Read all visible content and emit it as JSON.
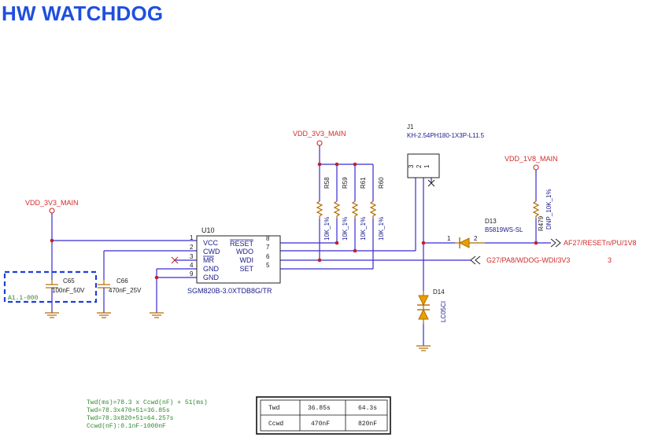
{
  "title": "HW WATCHDOG",
  "power": {
    "vdd_left": "VDD_3V3_MAIN",
    "vdd_top": "VDD_3V3_MAIN",
    "vdd_1v8": "VDD_1V8_MAIN"
  },
  "u10": {
    "ref": "U10",
    "part": "SGM820B-3.0XTDB8G/TR",
    "left_pins": [
      {
        "num": "1",
        "name": "VCC"
      },
      {
        "num": "2",
        "name": "CWD"
      },
      {
        "num": "3",
        "name": "MR"
      },
      {
        "num": "4",
        "name": "GND"
      },
      {
        "num": "9",
        "name": "GND"
      }
    ],
    "right_pins": [
      {
        "num": "8",
        "name": "RESET"
      },
      {
        "num": "7",
        "name": "WDO"
      },
      {
        "num": "6",
        "name": "WDI"
      },
      {
        "num": "5",
        "name": "SET"
      }
    ]
  },
  "caps": {
    "c65_ref": "C65",
    "c65_val": "100nF_50V",
    "c66_ref": "C66",
    "c66_val": "470nF_25V",
    "group_label": "A1.1-000"
  },
  "resistors": [
    {
      "ref": "R58",
      "val": "10K_1%"
    },
    {
      "ref": "R59",
      "val": "10K_1%"
    },
    {
      "ref": "R61",
      "val": "10K_1%"
    },
    {
      "ref": "R60",
      "val": "10K_1%"
    }
  ],
  "r479": {
    "ref": "R479",
    "val": "DNP_10K_1%"
  },
  "j1": {
    "ref": "J1",
    "part": "KH-2.54PH180-1X3P-L11.5",
    "pins": [
      "3",
      "2",
      "1"
    ]
  },
  "d13": {
    "ref": "D13",
    "part": "B5819WS-SL",
    "pin1": "1",
    "pin2": "2"
  },
  "d14": {
    "ref": "D14",
    "part": "LC05CI"
  },
  "nets": {
    "reset": "AF27/RESETn/PU/1V8",
    "wdi": "G27/PA8/WDOG-WDI/3V3",
    "wdi_sheet": "3"
  },
  "formula": {
    "line1": "Twd(ms)=78.3 x Ccwd(nF) + 51(ms)",
    "line2": "Twd=78.3x470+51=36.85s",
    "line3": "Twd=78.3x820+51=64.257s",
    "line4": "Ccwd(nF):0.1nF-1000nF"
  },
  "table": {
    "rows": [
      [
        "Twd",
        "36.85s",
        "64.3s"
      ],
      [
        "Ccwd",
        "470nF",
        "820nF"
      ]
    ]
  }
}
